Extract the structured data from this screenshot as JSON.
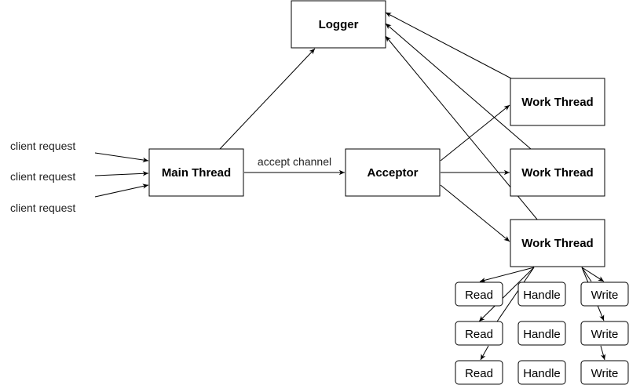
{
  "nodes": {
    "logger": "Logger",
    "main_thread": "Main Thread",
    "acceptor": "Acceptor",
    "work_thread_1": "Work Thread",
    "work_thread_2": "Work Thread",
    "work_thread_3": "Work Thread"
  },
  "client_requests": [
    "client request",
    "client request",
    "client request"
  ],
  "edge_labels": {
    "main_to_acceptor": "accept channel"
  },
  "tasks": {
    "read": [
      "Read",
      "Read",
      "Read"
    ],
    "handle": [
      "Handle",
      "Handle",
      "Handle"
    ],
    "write": [
      "Write",
      "Write",
      "Write"
    ]
  }
}
